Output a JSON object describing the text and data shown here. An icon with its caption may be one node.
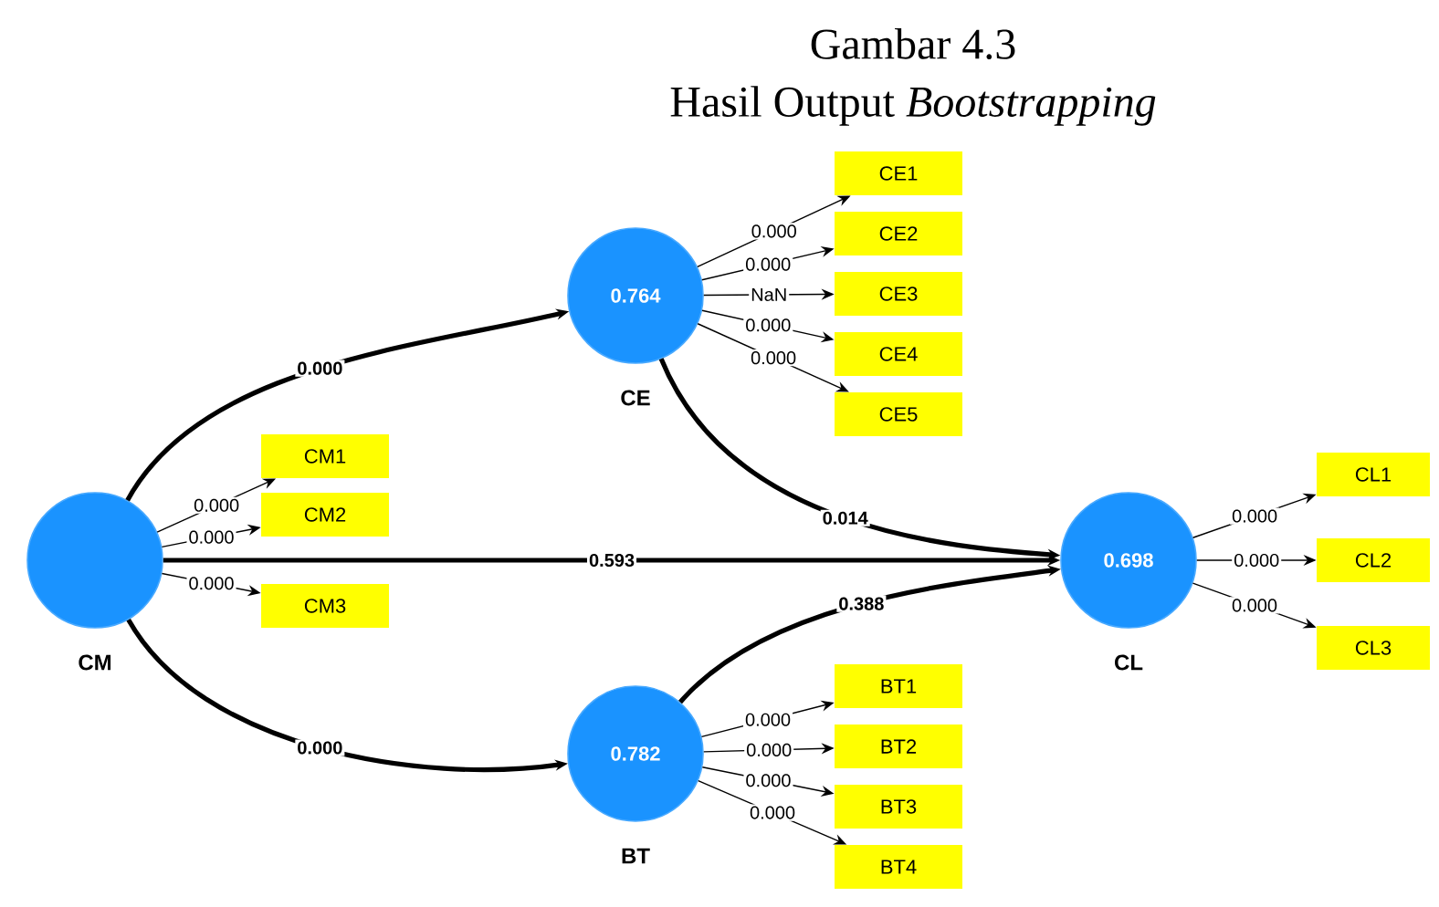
{
  "diagram": {
    "title": "Gambar 4.3",
    "caption": "Hasil Output *Bootstrapping*",
    "nodes": [
      {
        "text": [
          "CM"
        ]
      },
      {
        "text": [
          "0.764",
          "CE"
        ]
      },
      {
        "text": [
          "0.782",
          "BT"
        ]
      },
      {
        "text": [
          "0.698",
          "CL"
        ]
      },
      {
        "text": [
          "CM1"
        ]
      },
      {
        "text": [
          "CM2"
        ]
      },
      {
        "text": [
          "CM3"
        ]
      },
      {
        "text": [
          "CE1"
        ]
      },
      {
        "text": [
          "CE2"
        ]
      },
      {
        "text": [
          "CE3"
        ]
      },
      {
        "text": [
          "CE4"
        ]
      },
      {
        "text": [
          "CE5"
        ]
      },
      {
        "text": [
          "BT1"
        ]
      },
      {
        "text": [
          "BT2"
        ]
      },
      {
        "text": [
          "BT3"
        ]
      },
      {
        "text": [
          "BT4"
        ]
      },
      {
        "text": [
          "CL1"
        ]
      },
      {
        "text": [
          "CL2"
        ]
      },
      {
        "text": [
          "CL3"
        ]
      }
    ],
    "edges": [
      {
        "from": 0,
        "to": 4,
        "arrow": "to",
        "label": "0.000"
      },
      {
        "from": 0,
        "to": 5,
        "arrow": "to",
        "label": "0.000"
      },
      {
        "from": 0,
        "to": 6,
        "arrow": "to",
        "label": "0.000"
      },
      {
        "from": 0,
        "to": 1,
        "arrow": "to",
        "label": "0.000",
        "style": "thick"
      },
      {
        "from": 0,
        "to": 3,
        "arrow": "to",
        "label": "0.593",
        "style": "thick"
      },
      {
        "from": 0,
        "to": 2,
        "arrow": "to",
        "label": "0.000",
        "style": "thick"
      },
      {
        "from": 1,
        "to": 7,
        "arrow": "to",
        "label": "0.000"
      },
      {
        "from": 1,
        "to": 8,
        "arrow": "to",
        "label": "0.000"
      },
      {
        "from": 1,
        "to": 9,
        "arrow": "to",
        "label": "NaN"
      },
      {
        "from": 1,
        "to": 10,
        "arrow": "to",
        "label": "0.000"
      },
      {
        "from": 1,
        "to": 11,
        "arrow": "to",
        "label": "0.000"
      },
      {
        "from": 1,
        "to": 3,
        "arrow": "to",
        "label": "0.014",
        "style": "thick"
      },
      {
        "from": 2,
        "to": 12,
        "arrow": "to",
        "label": "0.000"
      },
      {
        "from": 2,
        "to": 13,
        "arrow": "to",
        "label": "0.000"
      },
      {
        "from": 2,
        "to": 14,
        "arrow": "to",
        "label": "0.000"
      },
      {
        "from": 2,
        "to": 15,
        "arrow": "to",
        "label": "0.000"
      },
      {
        "from": 2,
        "to": 3,
        "arrow": "to",
        "label": "0.388",
        "style": "thick"
      },
      {
        "from": 3,
        "to": 16,
        "arrow": "to",
        "label": "0.000"
      },
      {
        "from": 3,
        "to": 17,
        "arrow": "to",
        "label": "0.000"
      },
      {
        "from": 3,
        "to": 18,
        "arrow": "to",
        "label": "0.000"
      }
    ]
  }
}
